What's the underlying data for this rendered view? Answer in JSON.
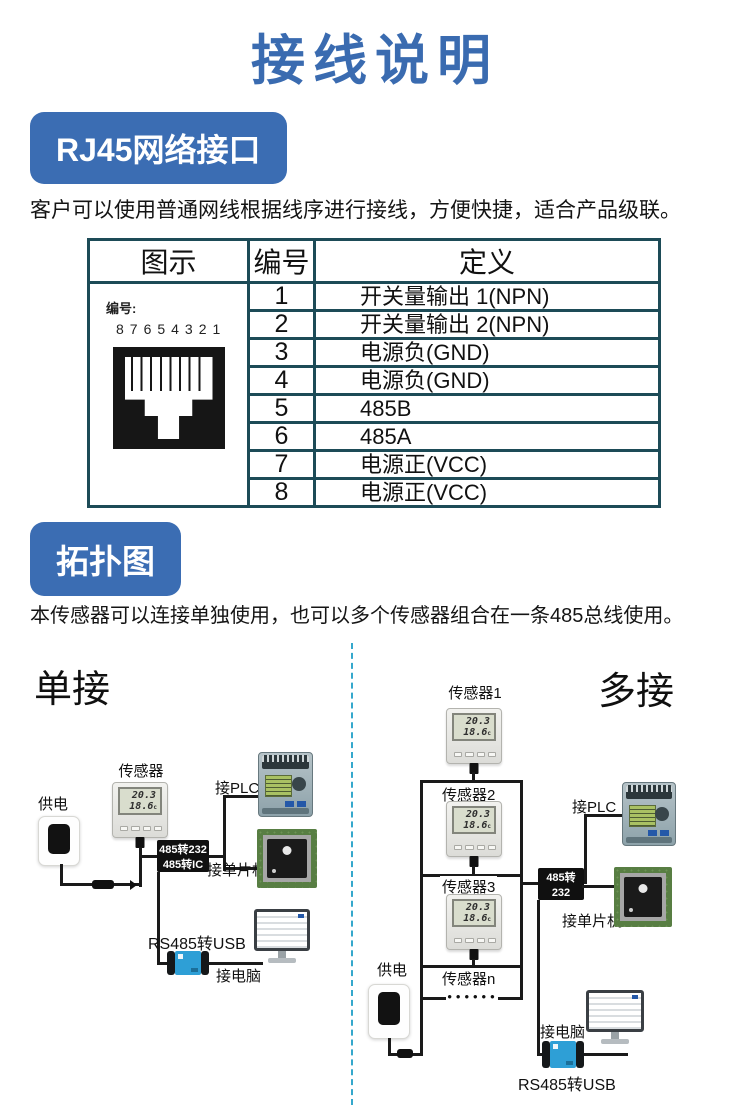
{
  "page": {
    "title": "接线说明"
  },
  "colors": {
    "accent_blue": "#3a6bb0",
    "badge_blue": "#3b6db3",
    "table_border": "#1d4b57",
    "divider_cyan": "#35a8cc"
  },
  "rj45": {
    "badge": "RJ45网络接口",
    "description": "客户可以使用普通网线根据线序进行接线，方便快捷，适合产品级联。",
    "table": {
      "col_illustration": "图示",
      "col_number": "编号",
      "col_definition": "定义",
      "jack_label": "编号:",
      "jack_pins": "87654321",
      "rows": [
        {
          "no": "1",
          "definition": "开关量输出 1(NPN)"
        },
        {
          "no": "2",
          "definition": "开关量输出 2(NPN)"
        },
        {
          "no": "3",
          "definition": "电源负(GND)"
        },
        {
          "no": "4",
          "definition": "电源负(GND)"
        },
        {
          "no": "5",
          "definition": "485B"
        },
        {
          "no": "6",
          "definition": "485A"
        },
        {
          "no": "7",
          "definition": "电源正(VCC)"
        },
        {
          "no": "8",
          "definition": "电源正(VCC)"
        }
      ]
    }
  },
  "topology": {
    "badge": "拓扑图",
    "description": "本传感器可以连接单独使用，也可以多个传感器组合在一条485总线使用。",
    "sensor_screen": {
      "value1": "20.3",
      "value2": "18.6",
      "unit": "c"
    },
    "converter485": {
      "line1": "485转232",
      "line2": "485转IC"
    },
    "single": {
      "title": "单接",
      "power": "供电",
      "sensor": "传感器",
      "plc": "接PLC",
      "mcu": "接单片机",
      "usb": "RS485转USB",
      "pc": "接电脑"
    },
    "multi": {
      "title": "多接",
      "sensor1": "传感器1",
      "sensor2": "传感器2",
      "sensor3": "传感器3",
      "sensorn": "传感器n",
      "dots": "••••••",
      "plc": "接PLC",
      "mcu": "接单片机",
      "pc": "接电脑",
      "usb": "RS485转USB",
      "power": "供电"
    }
  }
}
